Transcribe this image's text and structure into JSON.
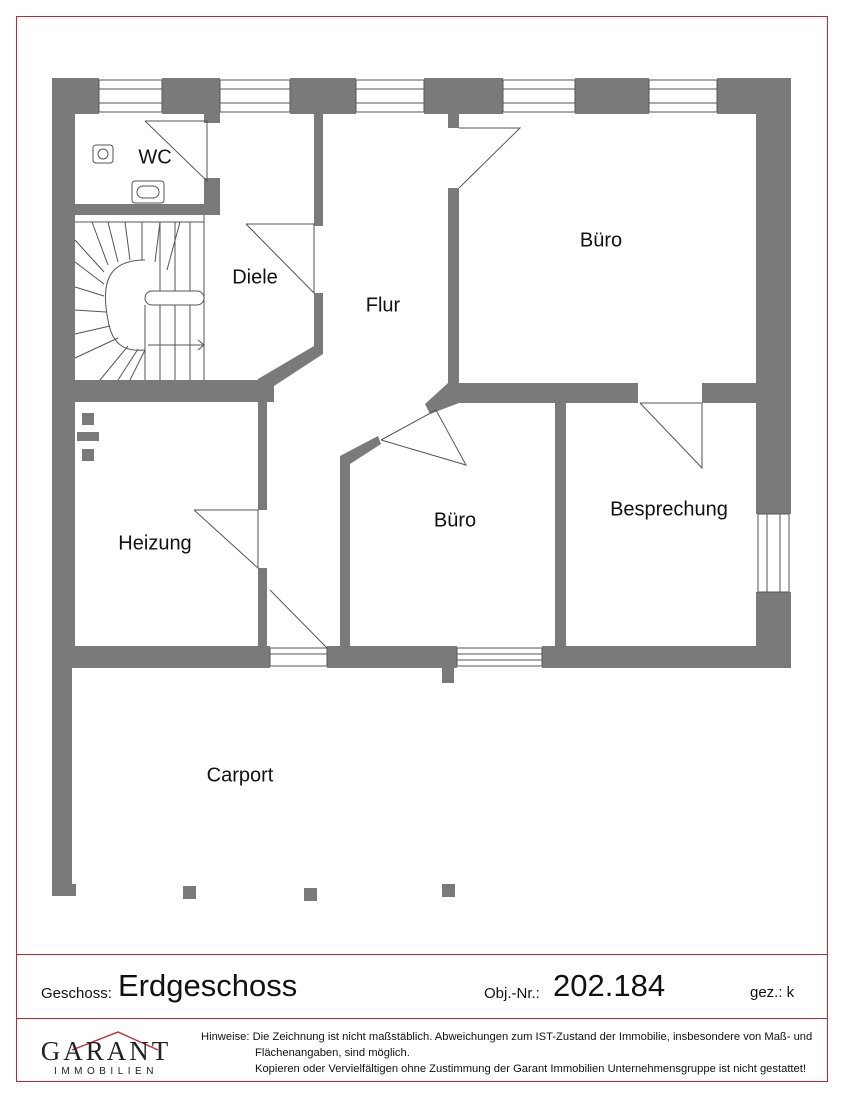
{
  "rooms": {
    "wc": "WC",
    "diele": "Diele",
    "flur": "Flur",
    "buero_top": "Büro",
    "heizung": "Heizung",
    "buero_bottom": "Büro",
    "besprechung": "Besprechung",
    "carport": "Carport"
  },
  "footer": {
    "geschoss_label": "Geschoss:",
    "geschoss_value": "Erdgeschoss",
    "objnr_label": "Obj.-Nr.:",
    "objnr_value": "202.184",
    "gez_label": "gez.: k"
  },
  "logo": {
    "word": "GARANT",
    "sub": "IMMOBILIEN"
  },
  "notes": {
    "line1": "Hinweise: Die Zeichnung ist nicht maßstäblich. Abweichungen zum IST-Zustand der Immobilie, insbesondere von Maß- und",
    "line2": "Flächenangaben, sind möglich.",
    "line3": "Kopieren oder Vervielfältigen ohne Zustimmung der Garant Immobilien Unternehmensgruppe ist nicht gestattet!"
  },
  "colors": {
    "wall": "#7a7a7a",
    "frame": "#c0282d",
    "logo_accent": "#c0282d"
  }
}
